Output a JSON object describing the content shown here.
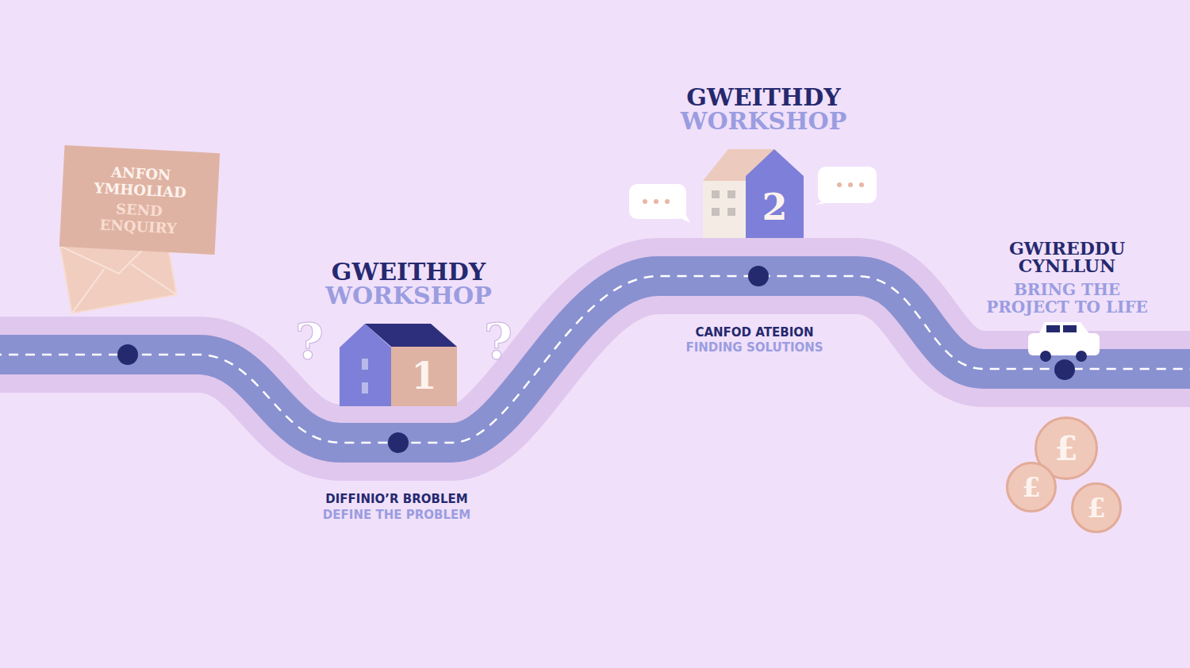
{
  "diagram": {
    "nodes": [
      {
        "text": [
          "ANFON YMHOLIAD",
          "SEND ENQUIRY"
        ]
      },
      {
        "text": [
          "GWEITHDY",
          "WORKSHOP",
          "1"
        ]
      },
      {
        "text": [
          "GWEITHDY",
          "WORKSHOP",
          "2"
        ]
      },
      {
        "text": [
          "£"
        ]
      },
      {
        "text": [
          "£"
        ]
      },
      {
        "text": [
          "£"
        ]
      }
    ],
    "labels": [
      "?",
      "?",
      "DIFFINIO’R BROBLEM",
      "DEFINE THE PROBLEM",
      "CANFOD ATEBION",
      "FINDING SOLUTIONS",
      "GWIREDDU CYNLLUN",
      "BRING THE PROJECT TO LIFE"
    ]
  }
}
